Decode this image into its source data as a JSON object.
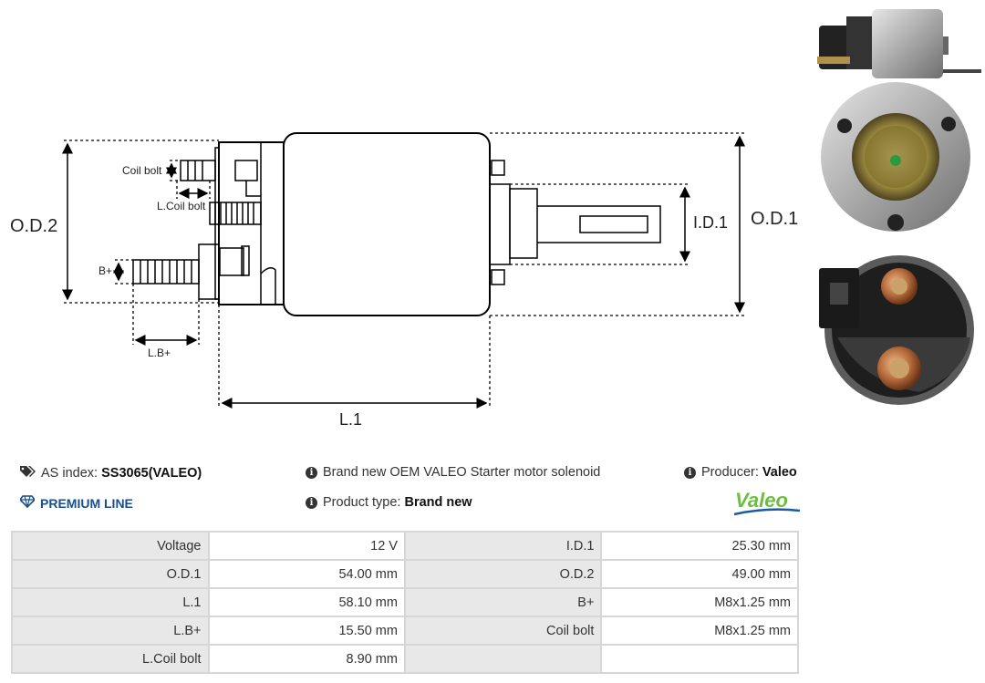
{
  "diagram": {
    "labels": {
      "od2": "O.D.2",
      "od1": "O.D.1",
      "id1": "I.D.1",
      "l1": "L.1",
      "coil_bolt": "Coil bolt",
      "l_coil_bolt": "L.Coil bolt",
      "b_plus": "B+",
      "lb_plus": "L.B+"
    }
  },
  "info": {
    "as_index_label": "AS index:",
    "as_index_value": "SS3065(VALEO)",
    "premium_line": "PREMIUM LINE",
    "description": "Brand new OEM VALEO Starter motor solenoid",
    "product_type_label": "Product type:",
    "product_type_value": "Brand new",
    "producer_label": "Producer:",
    "producer_value": "Valeo",
    "logo_text": "Valeo"
  },
  "colors": {
    "premium": "#1a4f8a",
    "logo_green": "#6cbf3c",
    "logo_blue": "#1a5aa0"
  },
  "specs": [
    [
      {
        "label": "Voltage",
        "value": "12 V"
      },
      {
        "label": "I.D.1",
        "value": "25.30 mm"
      }
    ],
    [
      {
        "label": "O.D.1",
        "value": "54.00 mm"
      },
      {
        "label": "O.D.2",
        "value": "49.00 mm"
      }
    ],
    [
      {
        "label": "L.1",
        "value": "58.10 mm"
      },
      {
        "label": "B+",
        "value": "M8x1.25 mm"
      }
    ],
    [
      {
        "label": "L.B+",
        "value": "15.50 mm"
      },
      {
        "label": "Coil bolt",
        "value": "M8x1.25 mm"
      }
    ],
    [
      {
        "label": "L.Coil bolt",
        "value": "8.90 mm"
      },
      {
        "label": "",
        "value": ""
      }
    ]
  ]
}
